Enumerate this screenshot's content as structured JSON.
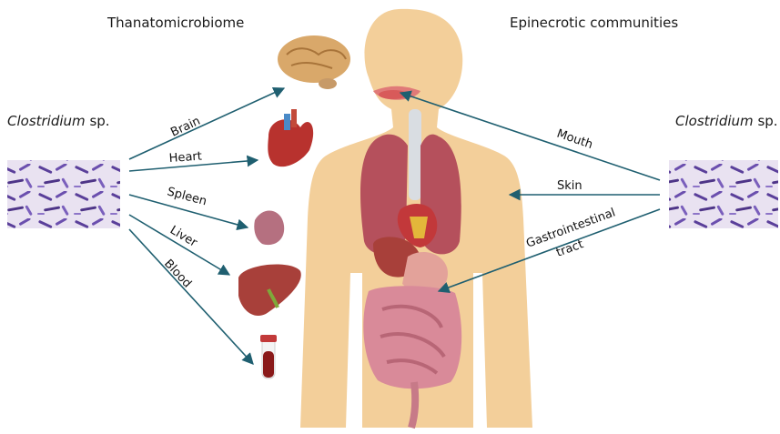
{
  "headings": {
    "left": "Thanatomicrobiome",
    "right": "Epinecrotic communities"
  },
  "organism": {
    "left": {
      "genus": "Clostridium",
      "suffix": " sp."
    },
    "right": {
      "genus": "Clostridium",
      "suffix": " sp."
    }
  },
  "thanatomicrobiome_arrows": [
    "Brain",
    "Heart",
    "Spleen",
    "Liver",
    "Blood"
  ],
  "epinecrotic_arrows": {
    "mouth": "Mouth",
    "skin": "Skin",
    "gi_line1": "Gastrointestinal",
    "gi_line2": "tract"
  },
  "colors": {
    "arrow": "#1f5f70",
    "body": "#f3cf9a",
    "lungs": "#b5505c",
    "intestine": "#d98a99",
    "bacteria": "#5a3f9a"
  }
}
